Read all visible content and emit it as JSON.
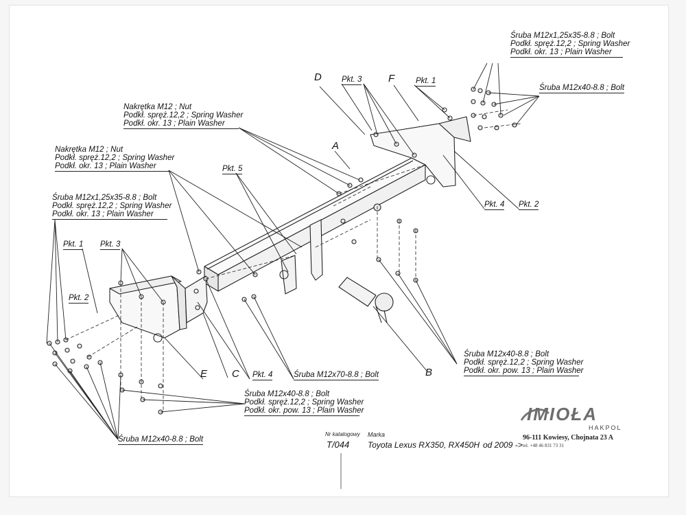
{
  "labels": {
    "top_right_bolt": [
      "Śruba M12x1,25x35-8.8 ;  Bolt",
      "Podkł. spręż.12,2 ; Spring Washer",
      "Podkł. okr. 13 ; Plain Washer"
    ],
    "right_bolt_40": "Śruba M12x40-8.8 ;  Bolt",
    "nut_upper": [
      "Nakrętka  M12 ; Nut",
      "Podkł. spręż.12,2 ; Spring Washer",
      "Podkł. okr. 13 ; Plain Washer"
    ],
    "nut_left": [
      "Nakrętka  M12 ; Nut",
      "Podkł. spręż.12,2 ; Spring Washer",
      "Podkł. okr. 13 ; Plain Washer"
    ],
    "left_bolt": [
      "Śruba M12x1,25x35-8.8 ;  Bolt",
      "Podkł. spręż.12,2 ; Spring Washer",
      "Podkł. okr. 13 ; Plain Washer"
    ],
    "right_lower_bolt": [
      "Śruba M12x40-8.8 ;  Bolt",
      "Podkł. spręż.12,2 ; Spring Washer",
      "Podkł. okr. pow. 13 ; Plain Washer"
    ],
    "center_lower_bolt": [
      "Śruba M12x40-8.8 ;  Bolt",
      "Podkł. spręż.12,2 ; Spring Washer",
      "Podkł. okr. pow. 13 ; Plain Washer"
    ],
    "bolt_70": "Śruba M12x70-8.8 ;  Bolt",
    "bottom_left_bolt": "Śruba M12x40-8.8 ;  Bolt",
    "pkt1_left": "Pkt. 1",
    "pkt3_left": "Pkt. 3",
    "pkt2_left": "Pkt. 2",
    "pkt5": "Pkt. 5",
    "pkt3_top": "Pkt. 3",
    "pkt1_top": "Pkt. 1",
    "pkt4_right": "Pkt. 4",
    "pkt2_right": "Pkt. 2",
    "pkt4_bottom": "Pkt. 4"
  },
  "letters": {
    "D": "D",
    "F": "F",
    "A": "A",
    "E": "E",
    "C": "C",
    "B": "B"
  },
  "footer": {
    "catalog_caption": "Nr katalogowy",
    "catalog_number": "T/044",
    "brand_caption": "Marka",
    "vehicle": "Toyota Lexus RX350, RX450H",
    "years": "od 2009 ->"
  },
  "company": {
    "name": "IMIOŁA",
    "sub": "HAKPOL",
    "address": "96-111 Kowiesy, Chojnata 23 A",
    "phone": "tel. +48 46 831 73 31"
  }
}
